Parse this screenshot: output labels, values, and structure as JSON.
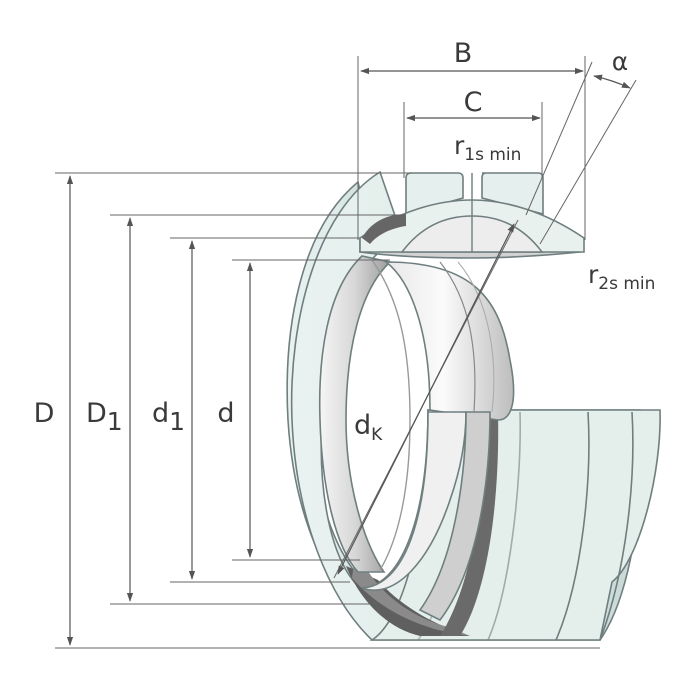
{
  "labels": {
    "B": "B",
    "C": "C",
    "alpha": "α",
    "r1_main": "r",
    "r1_sub": "1s min",
    "r2_main": "r",
    "r2_sub": "2s min",
    "D": "D",
    "D1_main": "D",
    "D1_sub": "1",
    "d1_main": "d",
    "d1_sub": "1",
    "d": "d",
    "dK_main": "d",
    "dK_sub": "K"
  },
  "colors": {
    "outer_ring": "#e4efec",
    "outer_ring_shade": "#cfe0dc",
    "inner_ring_light": "#f2f2f2",
    "inner_ring_mid": "#d4d4d4",
    "inner_ring_dark": "#a9a9a9",
    "seal_dark": "#5f5f5f",
    "line": "#555555"
  }
}
